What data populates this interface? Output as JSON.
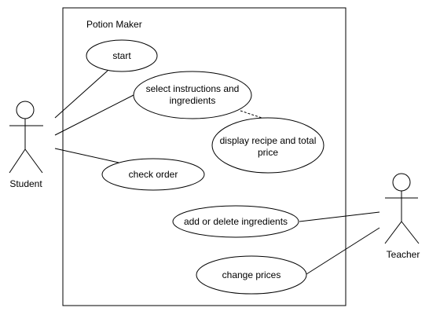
{
  "system": {
    "title": "Potion Maker"
  },
  "actors": {
    "student": "Student",
    "teacher": "Teacher"
  },
  "use_cases": {
    "start": [
      "start"
    ],
    "select": [
      "select instructions and",
      "ingredients"
    ],
    "display": [
      "display recipe and total",
      "price"
    ],
    "check": [
      "check order"
    ],
    "add_delete": [
      "add or delete ingredients"
    ],
    "change_prices": [
      "change prices"
    ]
  },
  "colors": {
    "line": "#000000",
    "fill": "#ffffff",
    "background": "#ffffff"
  }
}
